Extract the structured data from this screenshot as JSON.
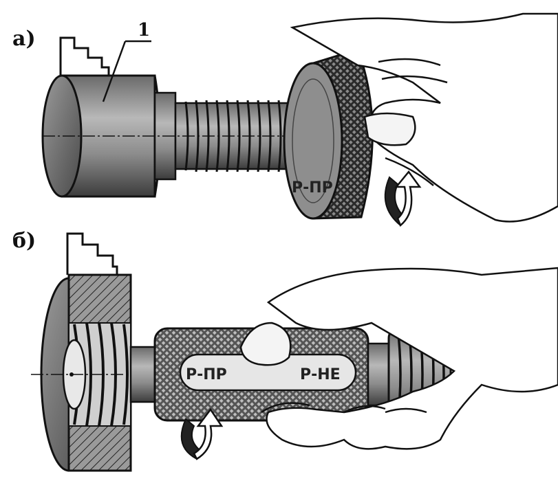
{
  "figure": {
    "panel_a": {
      "label": "а)",
      "callout": "1",
      "ring_mark": "Р-ПР"
    },
    "panel_b": {
      "label": "б)",
      "plug_mark_left": "Р-ПР",
      "plug_mark_right": "Р-НЕ"
    }
  }
}
